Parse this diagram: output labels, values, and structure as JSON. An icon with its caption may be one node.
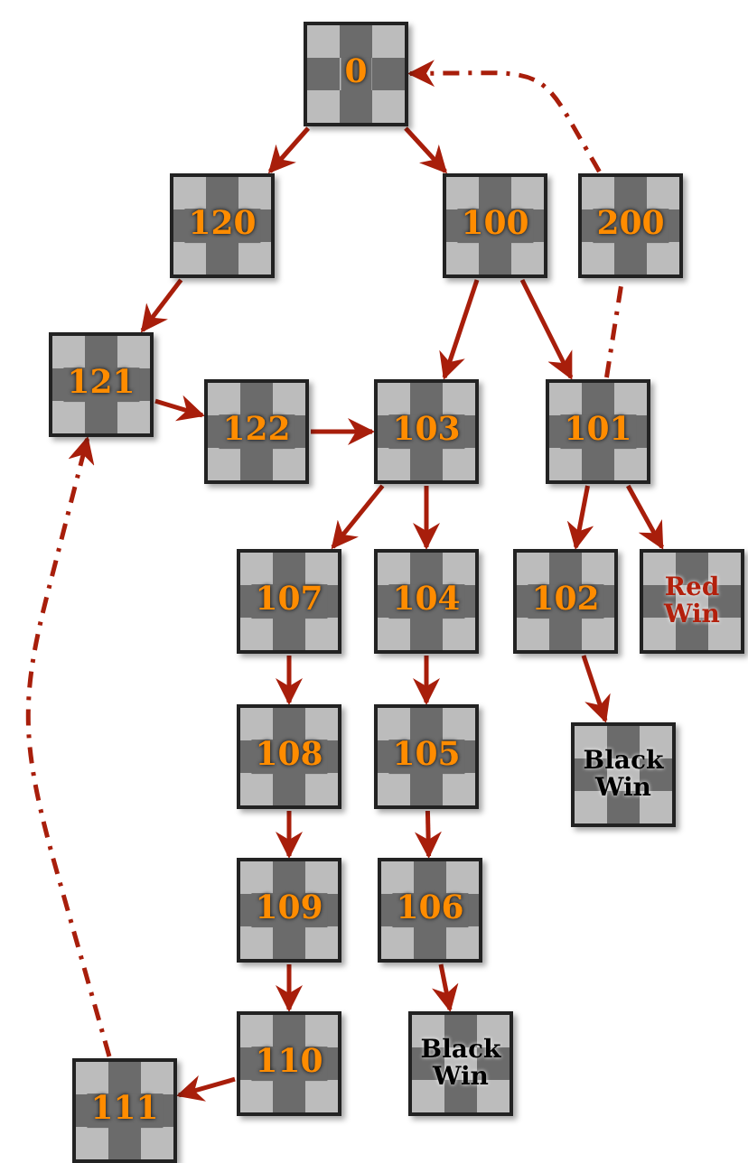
{
  "diagram": {
    "nodes": [
      {
        "text": [
          "0"
        ]
      },
      {
        "text": [
          "120"
        ]
      },
      {
        "text": [
          "100"
        ]
      },
      {
        "text": [
          "200"
        ]
      },
      {
        "text": [
          "121"
        ]
      },
      {
        "text": [
          "122"
        ]
      },
      {
        "text": [
          "103"
        ]
      },
      {
        "text": [
          "101"
        ]
      },
      {
        "text": [
          "107"
        ]
      },
      {
        "text": [
          "104"
        ]
      },
      {
        "text": [
          "102"
        ]
      },
      {
        "text": [
          "Red Win"
        ]
      },
      {
        "text": [
          "108"
        ]
      },
      {
        "text": [
          "105"
        ]
      },
      {
        "text": [
          "Black Win"
        ]
      },
      {
        "text": [
          "109"
        ]
      },
      {
        "text": [
          "106"
        ]
      },
      {
        "text": [
          "110"
        ]
      },
      {
        "text": [
          "Black Win"
        ]
      },
      {
        "text": [
          "111"
        ]
      }
    ],
    "edges": [
      {
        "from": 0,
        "to": 1,
        "arrow": "to"
      },
      {
        "from": 0,
        "to": 2,
        "arrow": "to"
      },
      {
        "from": 1,
        "to": 4,
        "arrow": "to"
      },
      {
        "from": 2,
        "to": 6,
        "arrow": "to"
      },
      {
        "from": 2,
        "to": 7,
        "arrow": "to"
      },
      {
        "from": 4,
        "to": 5,
        "arrow": "to"
      },
      {
        "from": 5,
        "to": 6,
        "arrow": "to"
      },
      {
        "from": 6,
        "to": 8,
        "arrow": "to"
      },
      {
        "from": 6,
        "to": 9,
        "arrow": "to"
      },
      {
        "from": 7,
        "to": 10,
        "arrow": "to"
      },
      {
        "from": 7,
        "to": 11,
        "arrow": "to"
      },
      {
        "from": 8,
        "to": 12,
        "arrow": "to"
      },
      {
        "from": 9,
        "to": 13,
        "arrow": "to"
      },
      {
        "from": 10,
        "to": 14,
        "arrow": "to"
      },
      {
        "from": 12,
        "to": 15,
        "arrow": "to"
      },
      {
        "from": 13,
        "to": 16,
        "arrow": "to"
      },
      {
        "from": 15,
        "to": 17,
        "arrow": "to"
      },
      {
        "from": 16,
        "to": 18,
        "arrow": "to"
      },
      {
        "from": 17,
        "to": 19,
        "arrow": "to"
      },
      {
        "from": 19,
        "to": 4,
        "arrow": "to",
        "style": "dashed"
      },
      {
        "from": 7,
        "to": 3,
        "arrow": "none",
        "style": "dashed"
      },
      {
        "from": 3,
        "to": 0,
        "arrow": "to",
        "style": "dashed"
      }
    ]
  }
}
